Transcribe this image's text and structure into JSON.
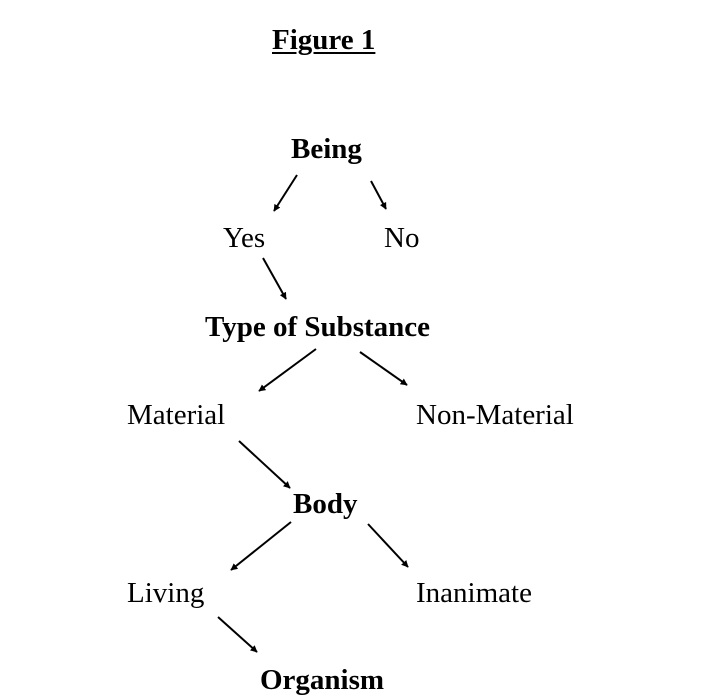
{
  "figure_title": "Figure 1",
  "nodes": {
    "being": "Being",
    "yes": "Yes",
    "no": "No",
    "type_of_substance": "Type of Substance",
    "material": "Material",
    "non_material": "Non-Material",
    "body": "Body",
    "living": "Living",
    "inanimate": "Inanimate",
    "organism": "Organism"
  }
}
